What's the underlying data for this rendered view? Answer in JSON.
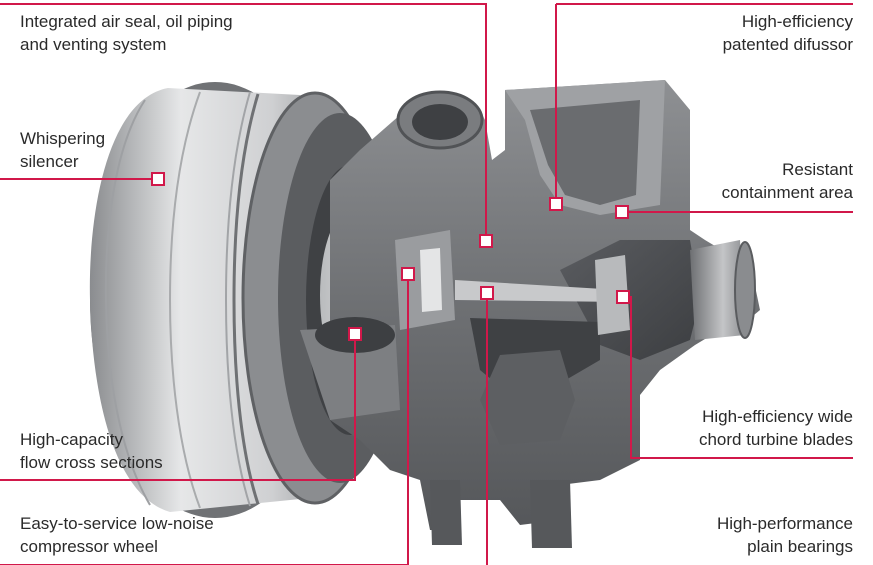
{
  "accent_color": "#d1184a",
  "labels": {
    "air_seal": {
      "line1": "Integrated air seal, oil piping",
      "line2": "and venting system"
    },
    "difussor": {
      "line1": "High-efficiency",
      "line2": "patented difussor"
    },
    "silencer": {
      "line1": "Whispering",
      "line2": "silencer"
    },
    "containment": {
      "line1": "Resistant",
      "line2": "containment area"
    },
    "flow": {
      "line1": "High-capacity",
      "line2": "flow cross sections"
    },
    "turbine": {
      "line1": "High-efficiency wide",
      "line2": "chord turbine blades"
    },
    "compressor": {
      "line1": "Easy-to-service low-noise",
      "line2": "compressor wheel"
    },
    "bearings": {
      "line1": "High-performance",
      "line2": "plain bearings"
    }
  }
}
